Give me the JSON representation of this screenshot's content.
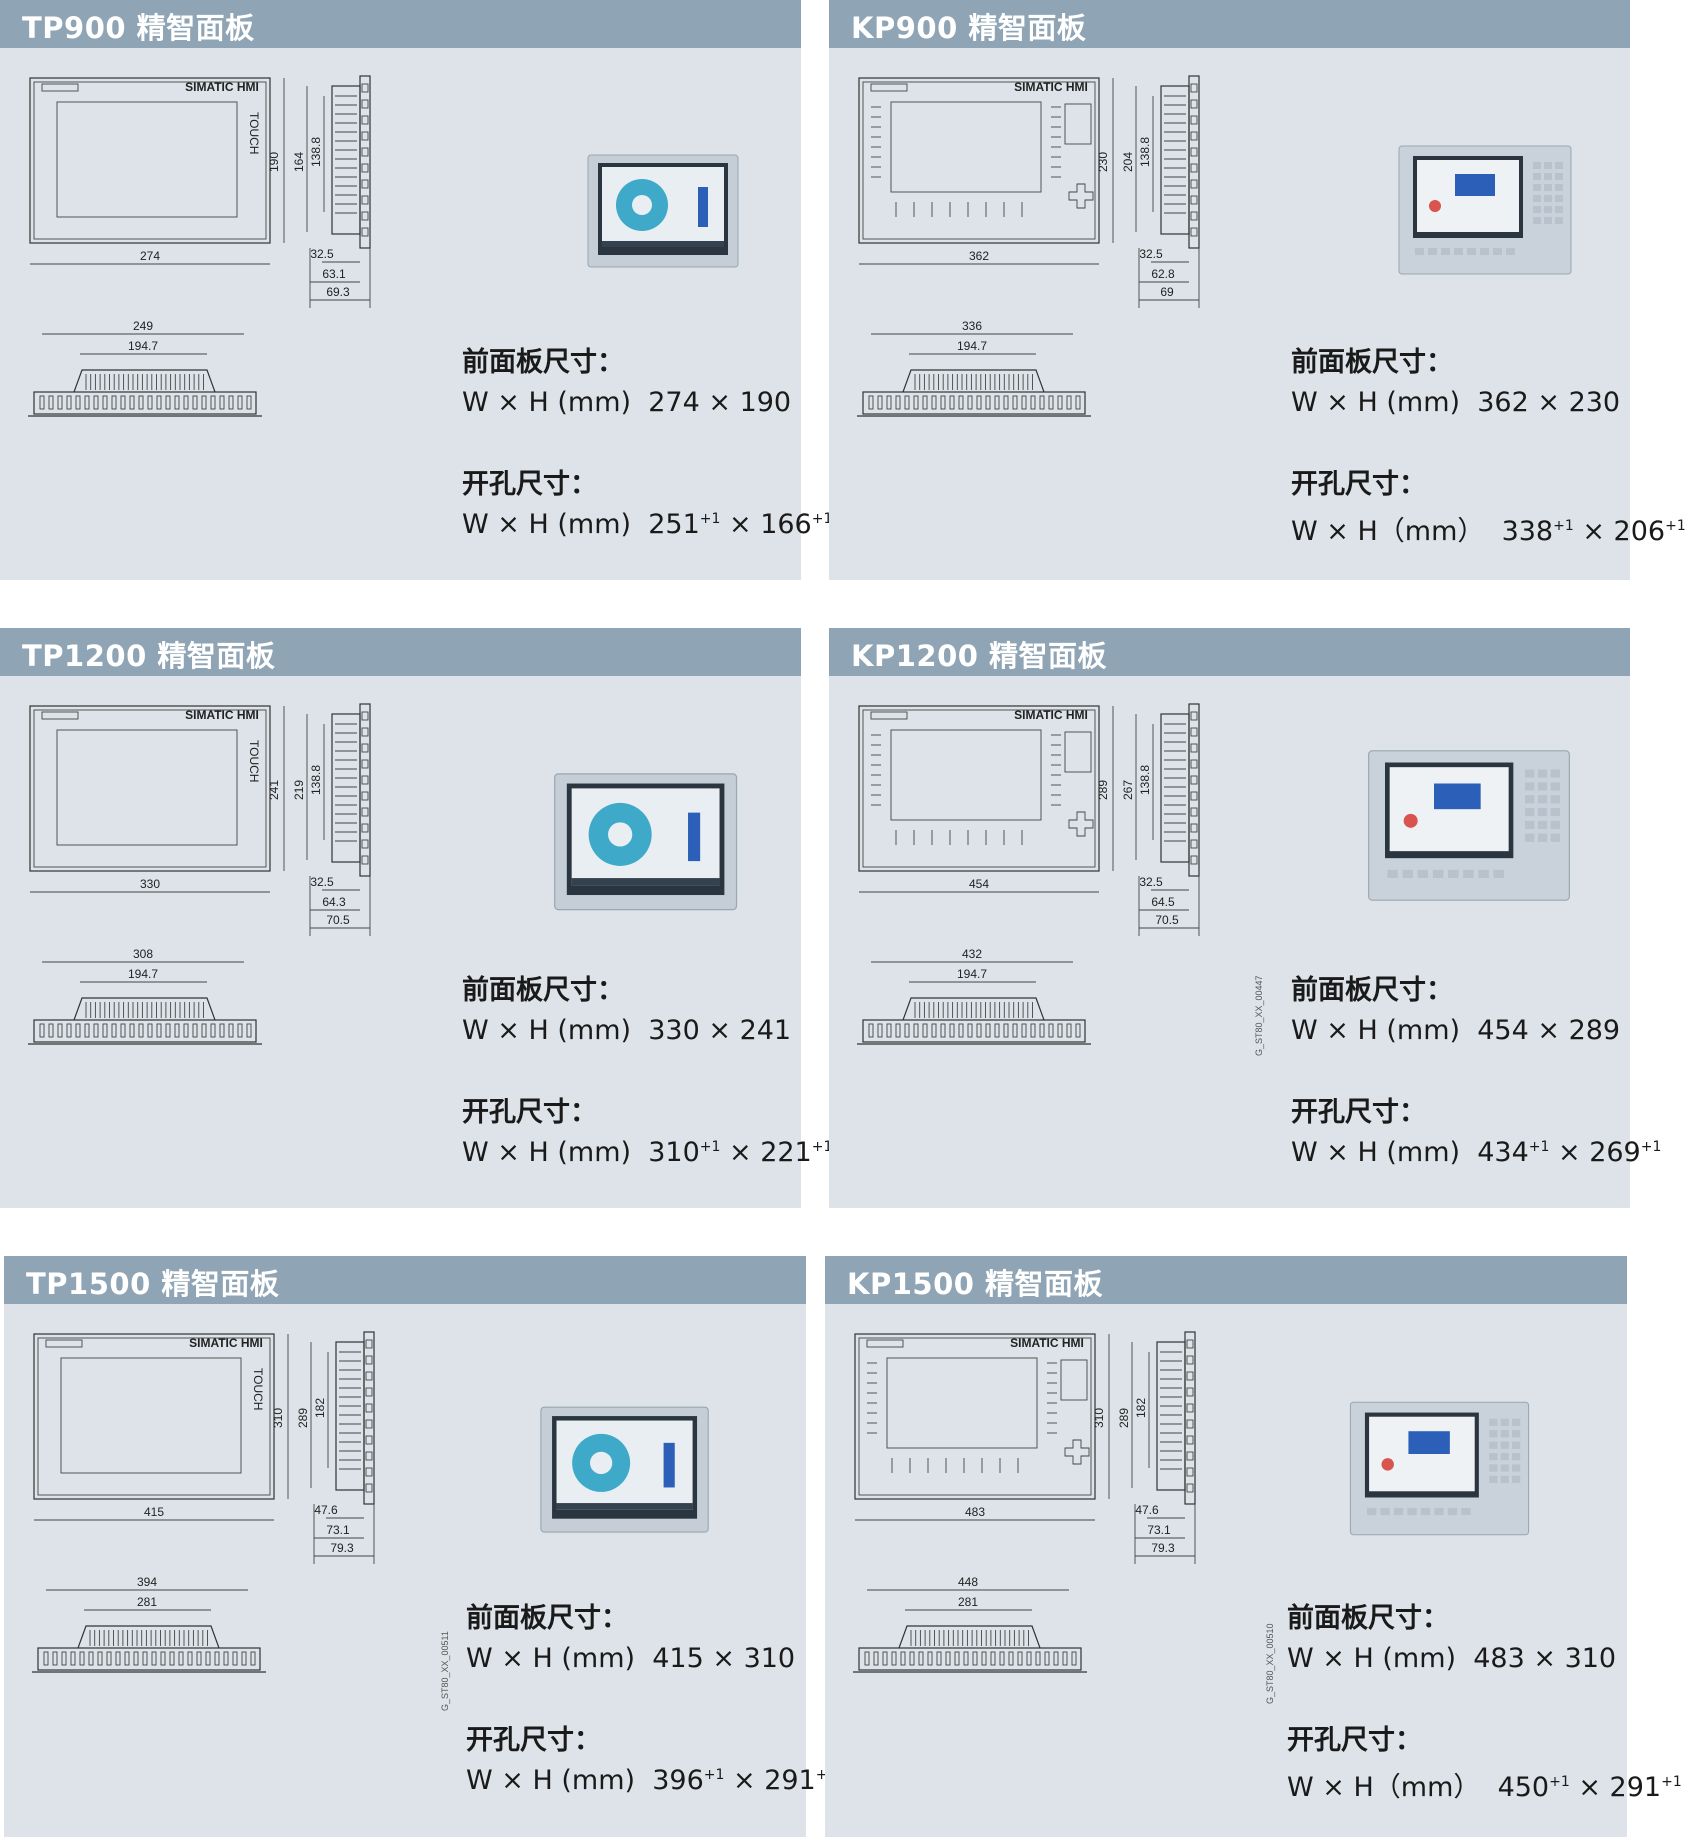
{
  "panels": [
    {
      "title": "TP900 精智面板",
      "front_label": "前面板尺寸：",
      "front_prefix": "W × H (mm)",
      "front_w": "274",
      "front_h": "190",
      "cutout_label": "开孔尺寸：",
      "cutout_prefix": "W × H (mm)",
      "cutout_w": "251",
      "cutout_h": "166",
      "tol": "+1",
      "dims": {
        "width": "274",
        "height": "190",
        "inner_h1": "164",
        "inner_h2": "138.8",
        "depth_a": "32.5",
        "depth_b": "63.1",
        "depth_c": "69.3",
        "bottom_w": "249",
        "bottom_inner": "194.7"
      },
      "brand": "SIMATIC HMI",
      "touch": "TOUCH"
    },
    {
      "title": "KP900 精智面板",
      "front_label": "前面板尺寸：",
      "front_prefix": "W × H (mm)",
      "front_w": "362",
      "front_h": "230",
      "cutout_label": "开孔尺寸：",
      "cutout_prefix": "W × H（mm）",
      "cutout_w": "338",
      "cutout_h": "206",
      "tol": "+1",
      "dims": {
        "width": "362",
        "height": "230",
        "inner_h1": "204",
        "inner_h2": "138.8",
        "depth_a": "32.5",
        "depth_b": "62.8",
        "depth_c": "69",
        "bottom_w": "336",
        "bottom_inner": "194.7"
      },
      "brand": "SIMATIC HMI",
      "touch": ""
    },
    {
      "title": "TP1200 精智面板",
      "front_label": "前面板尺寸：",
      "front_prefix": "W × H (mm)",
      "front_w": "330",
      "front_h": "241",
      "cutout_label": "开孔尺寸：",
      "cutout_prefix": "W × H (mm)",
      "cutout_w": "310",
      "cutout_h": "221",
      "tol": "+1",
      "dims": {
        "width": "330",
        "height": "241",
        "inner_h1": "219",
        "inner_h2": "138.8",
        "depth_a": "32.5",
        "depth_b": "64.3",
        "depth_c": "70.5",
        "bottom_w": "308",
        "bottom_inner": "194.7"
      },
      "brand": "SIMATIC HMI",
      "touch": "TOUCH"
    },
    {
      "title": "KP1200 精智面板",
      "front_label": "前面板尺寸：",
      "front_prefix": "W × H (mm)",
      "front_w": "454",
      "front_h": "289",
      "cutout_label": "开孔尺寸：",
      "cutout_prefix": "W × H (mm)",
      "cutout_w": "434",
      "cutout_h": "269",
      "tol": "+1",
      "dims": {
        "width": "454",
        "height": "289",
        "inner_h1": "267",
        "inner_h2": "138.8",
        "depth_a": "32.5",
        "depth_b": "64.5",
        "depth_c": "70.5",
        "bottom_w": "432",
        "bottom_inner": "194.7"
      },
      "brand": "SIMATIC HMI",
      "touch": "",
      "docid": "G_ST80_XX_00447"
    },
    {
      "title": "TP1500 精智面板",
      "front_label": "前面板尺寸：",
      "front_prefix": "W × H (mm)",
      "front_w": "415",
      "front_h": "310",
      "cutout_label": "开孔尺寸：",
      "cutout_prefix": "W × H (mm)",
      "cutout_w": "396",
      "cutout_h": "291",
      "tol": "+1",
      "dims": {
        "width": "415",
        "height": "310",
        "inner_h1": "289",
        "inner_h2": "182",
        "depth_a": "47.6",
        "depth_b": "73.1",
        "depth_c": "79.3",
        "bottom_w": "394",
        "bottom_inner": "281"
      },
      "brand": "SIMATIC HMI",
      "touch": "TOUCH",
      "docid": "G_ST80_XX_00511"
    },
    {
      "title": "KP1500 精智面板",
      "front_label": "前面板尺寸：",
      "front_prefix": "W × H (mm)",
      "front_w": "483",
      "front_h": "310",
      "cutout_label": "开孔尺寸：",
      "cutout_prefix": "W × H（mm）",
      "cutout_w": "450",
      "cutout_h": "291",
      "tol": "+1",
      "dims": {
        "width": "483",
        "height": "310",
        "inner_h1": "289",
        "inner_h2": "182",
        "depth_a": "47.6",
        "depth_b": "73.1",
        "depth_c": "79.3",
        "bottom_w": "448",
        "bottom_inner": "281"
      },
      "brand": "SIMATIC HMI",
      "touch": "",
      "docid": "G_ST80_XX_00510"
    }
  ],
  "colors": {
    "panel_bg": "#dde3e8",
    "header_bg": "#8fa4b4",
    "title_text": "#ffffff"
  }
}
